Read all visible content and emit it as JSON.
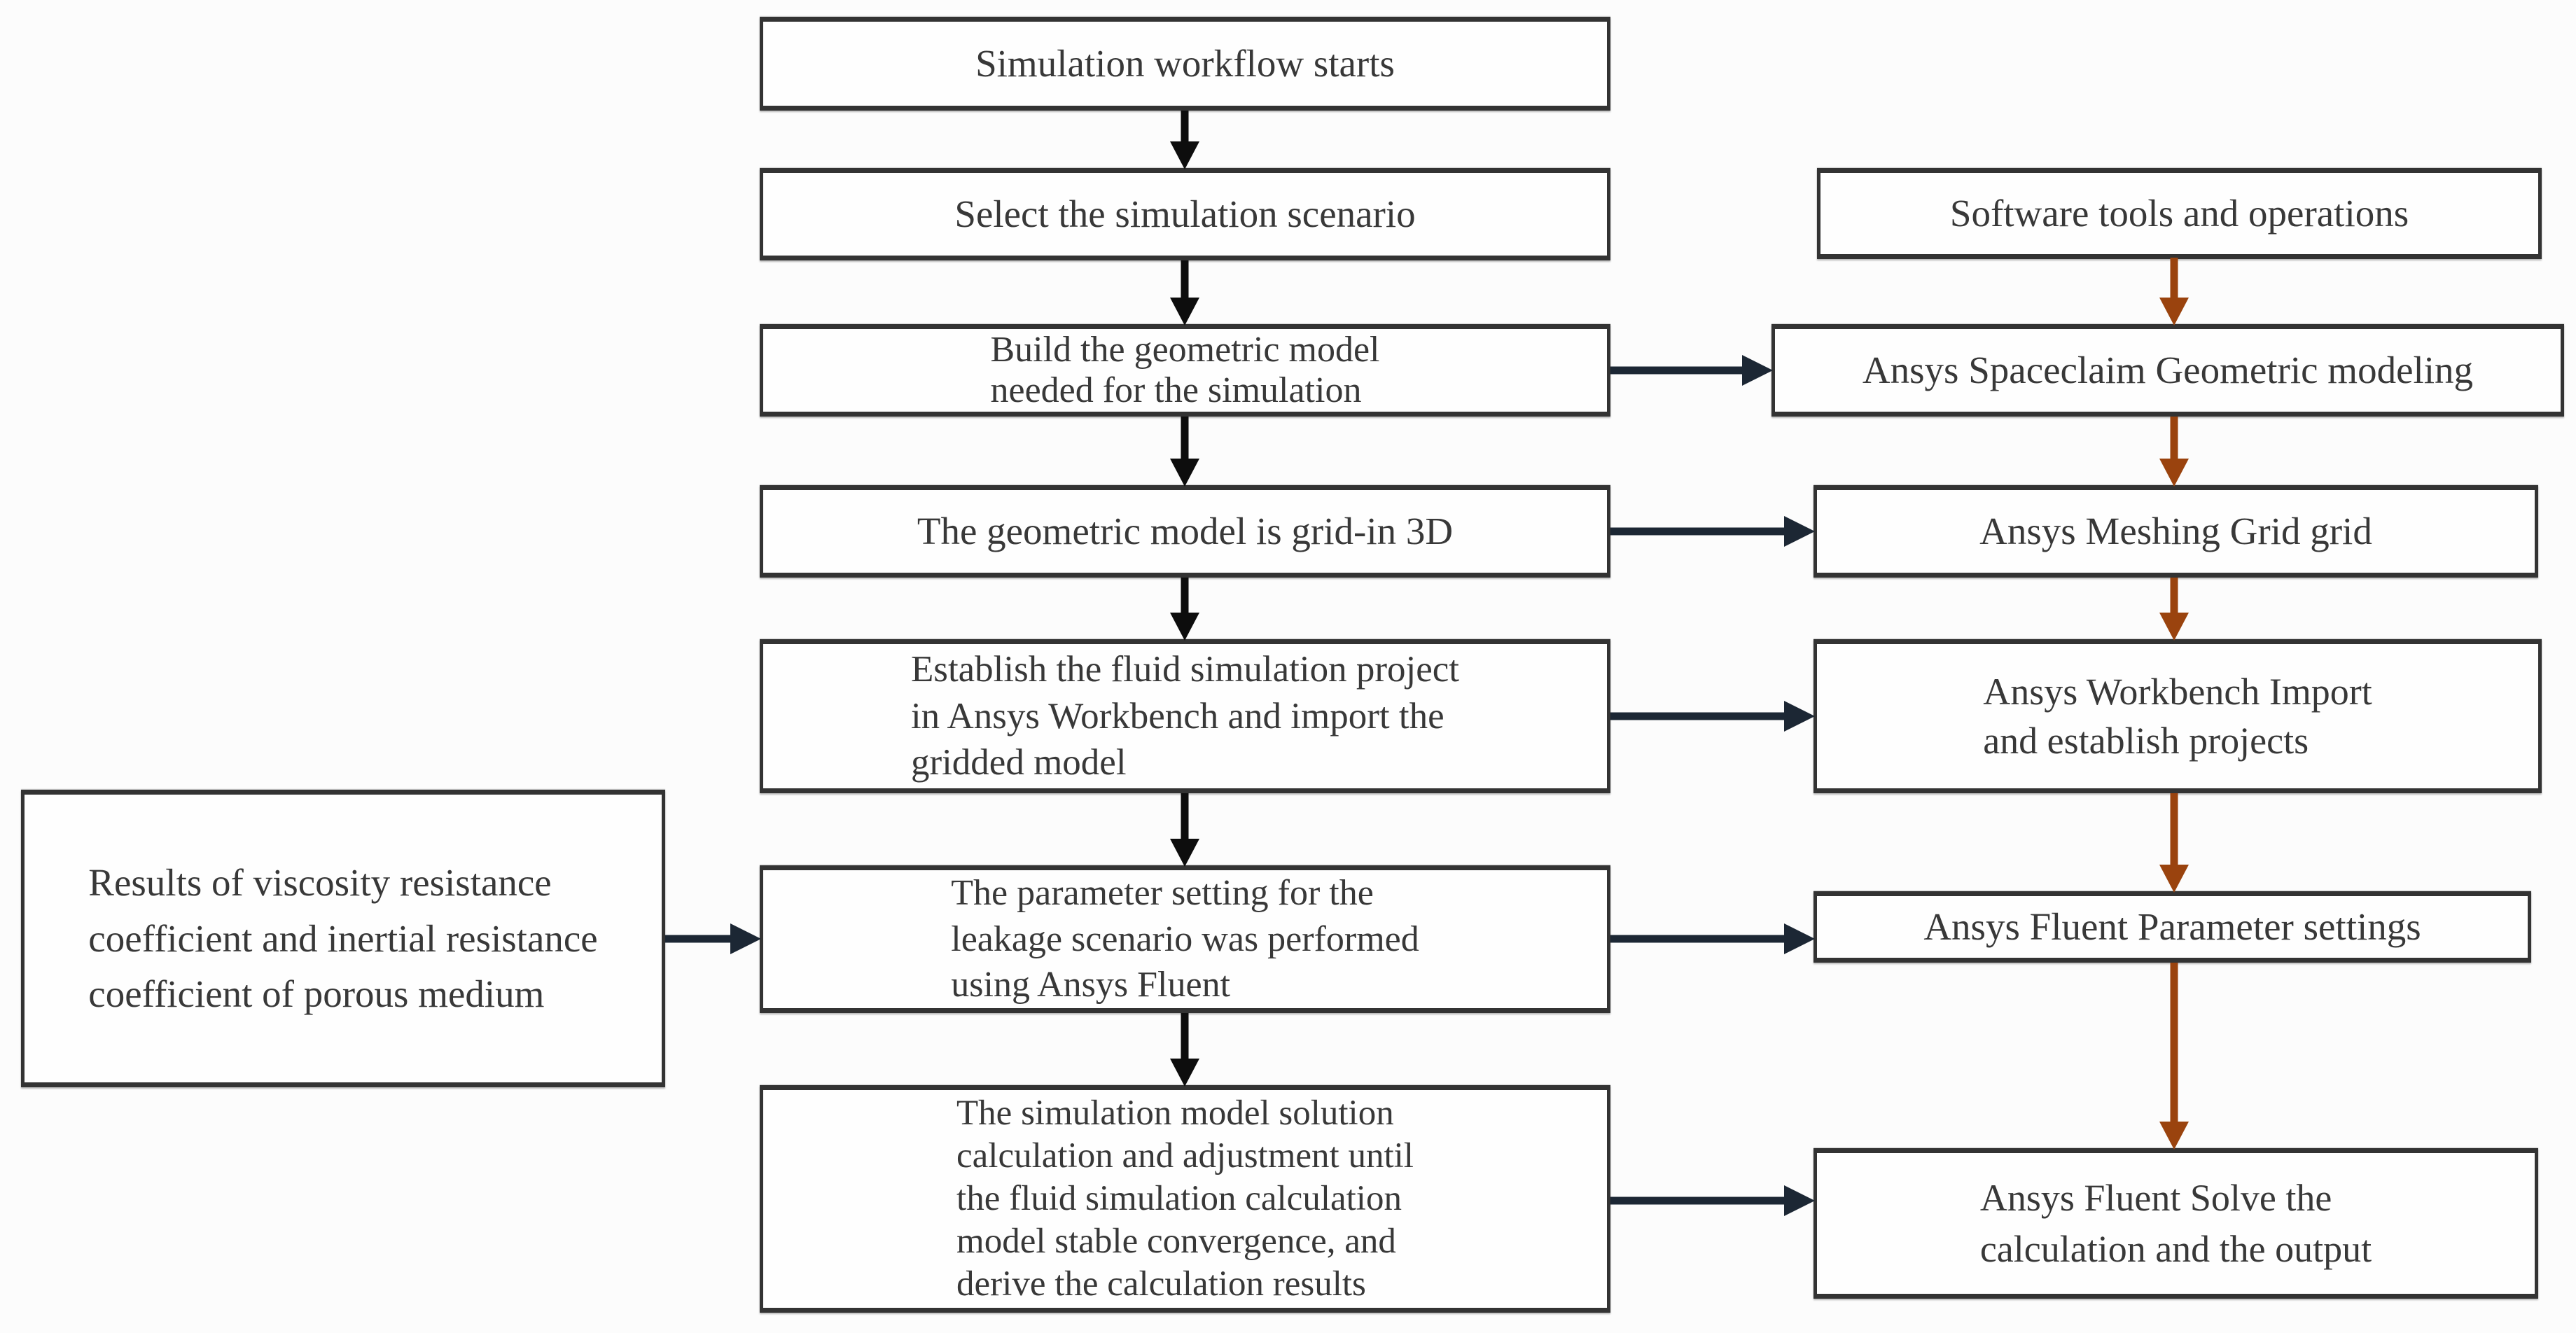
{
  "diagram": {
    "background": "#fcfcfc",
    "box_border_color": "#333333",
    "text_color": "#383838",
    "arrow_colors": {
      "main_flow_arrows": "#0d0d0d",
      "software_flow_arrows": "#9a430e",
      "cross_link_arrows": "#1c2734"
    },
    "input_box": {
      "label": "Results of viscosity resistance\ncoefficient and inertial resistance\ncoefficient of porous medium"
    },
    "main_flow": [
      {
        "label": "Simulation workflow starts"
      },
      {
        "label": "Select the simulation scenario"
      },
      {
        "label": "Build the geometric model\nneeded for the simulation"
      },
      {
        "label": "The geometric model is grid-in 3D"
      },
      {
        "label": "Establish the fluid simulation project\nin Ansys Workbench and import the\ngridded model"
      },
      {
        "label": "The parameter setting for the\nleakage scenario was performed\nusing Ansys Fluent"
      },
      {
        "label": "The simulation model solution\ncalculation and adjustment until\nthe fluid simulation calculation\nmodel stable convergence, and\nderive the calculation results"
      }
    ],
    "software_flow": [
      {
        "label": "Software tools and operations"
      },
      {
        "label": "Ansys Spaceclaim Geometric modeling"
      },
      {
        "label": "Ansys Meshing Grid grid"
      },
      {
        "label": "Ansys Workbench Import\nand establish projects"
      },
      {
        "label": "Ansys Fluent Parameter settings"
      },
      {
        "label": "Ansys Fluent Solve the\ncalculation and the output"
      }
    ]
  }
}
